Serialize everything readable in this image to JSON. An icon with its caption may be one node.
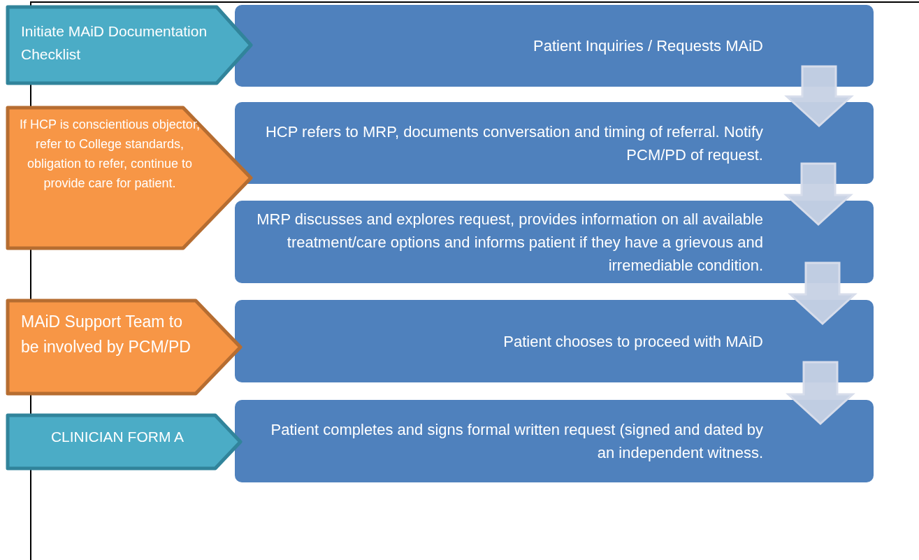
{
  "diagram": {
    "nodes": [
      {
        "text": [
          "Patient Inquiries / Requests MAiD"
        ]
      },
      {
        "text": [
          "HCP refers to MRP, documents conversation and timing of referral.  Notify PCM/PD of request."
        ]
      },
      {
        "text": [
          "MRP discusses and explores request, provides information on all available treatment/care options and informs patient if they have a grievous and irremediable condition."
        ]
      },
      {
        "text": [
          "Patient chooses to proceed with MAiD"
        ]
      },
      {
        "text": [
          "Patient completes  and signs formal written request (signed and dated by an independent witness."
        ]
      },
      {
        "text": [
          "Initiate MAiD Documentation Checklist"
        ]
      },
      {
        "text": [
          "If HCP is conscientious objector, refer to College standards, obligation to refer, continue to provide care for patient."
        ]
      },
      {
        "text": [
          "MAiD Support Team to be involved by PCM/PD"
        ]
      },
      {
        "text": [
          "CLINICIAN FORM A"
        ]
      }
    ],
    "edges": [
      {
        "from": 0,
        "to": 1,
        "arrow": "to"
      },
      {
        "from": 1,
        "to": 2,
        "arrow": "to"
      },
      {
        "from": 2,
        "to": 3,
        "arrow": "to"
      },
      {
        "from": 3,
        "to": 4,
        "arrow": "to"
      }
    ]
  }
}
